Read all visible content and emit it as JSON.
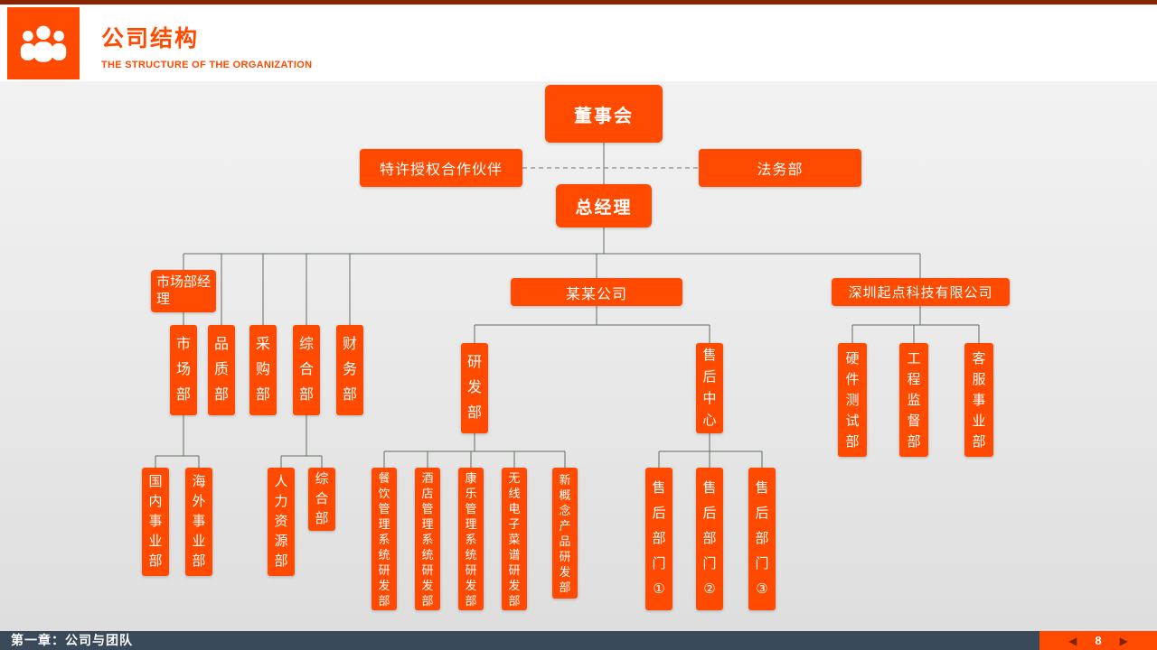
{
  "header": {
    "title": "公司结构",
    "subtitle": "THE STRUCTURE OF THE ORGANIZATION"
  },
  "chart": {
    "board": "董事会",
    "franchise_partner": "特许授权合作伙伴",
    "legal_dept": "法务部",
    "general_manager": "总经理",
    "marketing_manager": "市场部经理",
    "departments": [
      "市场部",
      "品质部",
      "采购部",
      "综合部",
      "财务部"
    ],
    "market_children": [
      "国内事业部",
      "海外事业部"
    ],
    "general_children": [
      "人力资源部",
      "综合部"
    ],
    "company_a": "某某公司",
    "rnd_dept": "研发部",
    "aftersales_center": "售后中心",
    "rnd_children": [
      "餐饮管理系统研发部",
      "酒店管理系统研发部",
      "康乐管理系统研发部",
      "无线电子菜谱研发部",
      "新概念产品研发部"
    ],
    "aftersales_children": [
      "售后部门①",
      "售后部门②",
      "售后部门③"
    ],
    "company_b": "深圳起点科技有限公司",
    "company_b_children": [
      "硬件测试部",
      "工程监督部",
      "客服事业部"
    ]
  },
  "footer": {
    "chapter": "第一章：公司与团队",
    "page_number": "8"
  },
  "colors": {
    "accent": "#FF4A00",
    "top_strip": "#8C2300",
    "footer_bg": "#3B4A5A",
    "connector": "#5E6E60"
  }
}
